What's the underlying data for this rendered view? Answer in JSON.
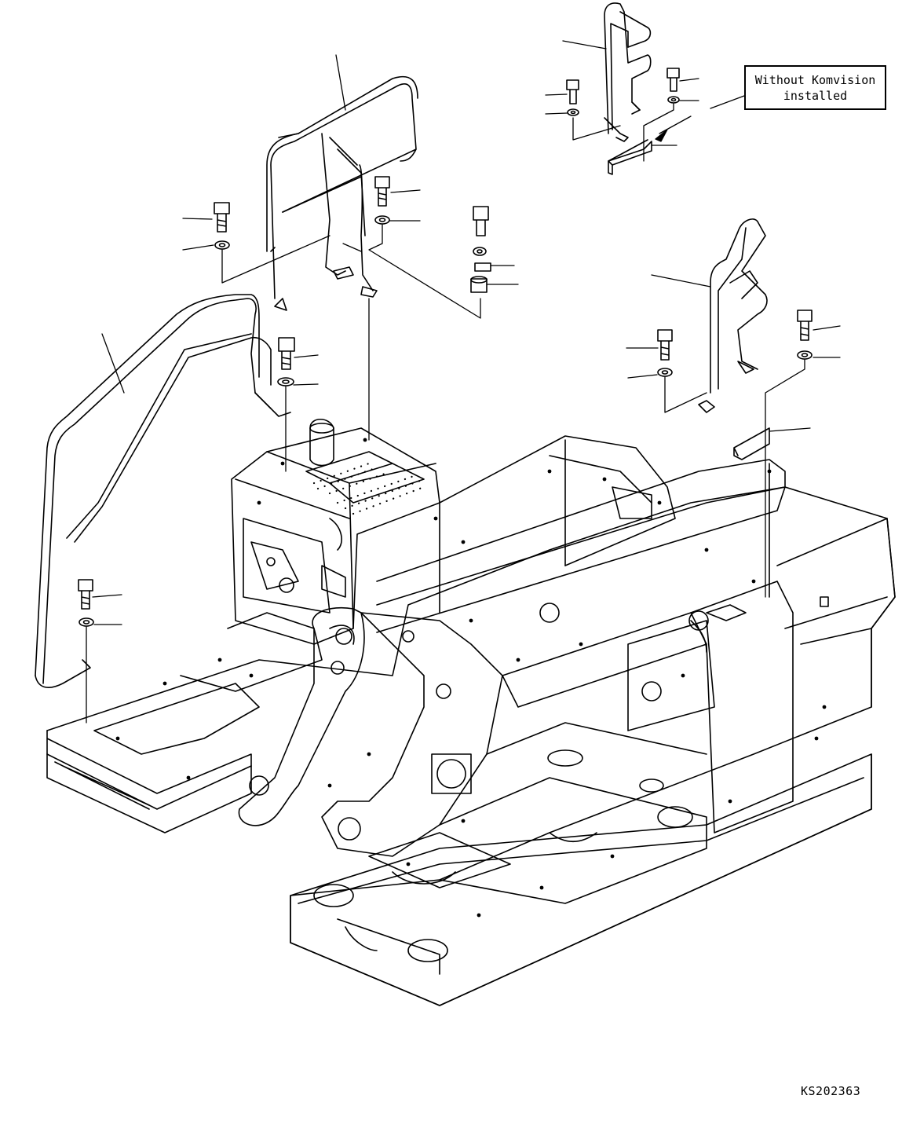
{
  "note": {
    "line1": "Without Komvision",
    "line2": "installed"
  },
  "drawing_code": "KS202363",
  "colors": {
    "line": "#000000",
    "background": "#ffffff"
  }
}
